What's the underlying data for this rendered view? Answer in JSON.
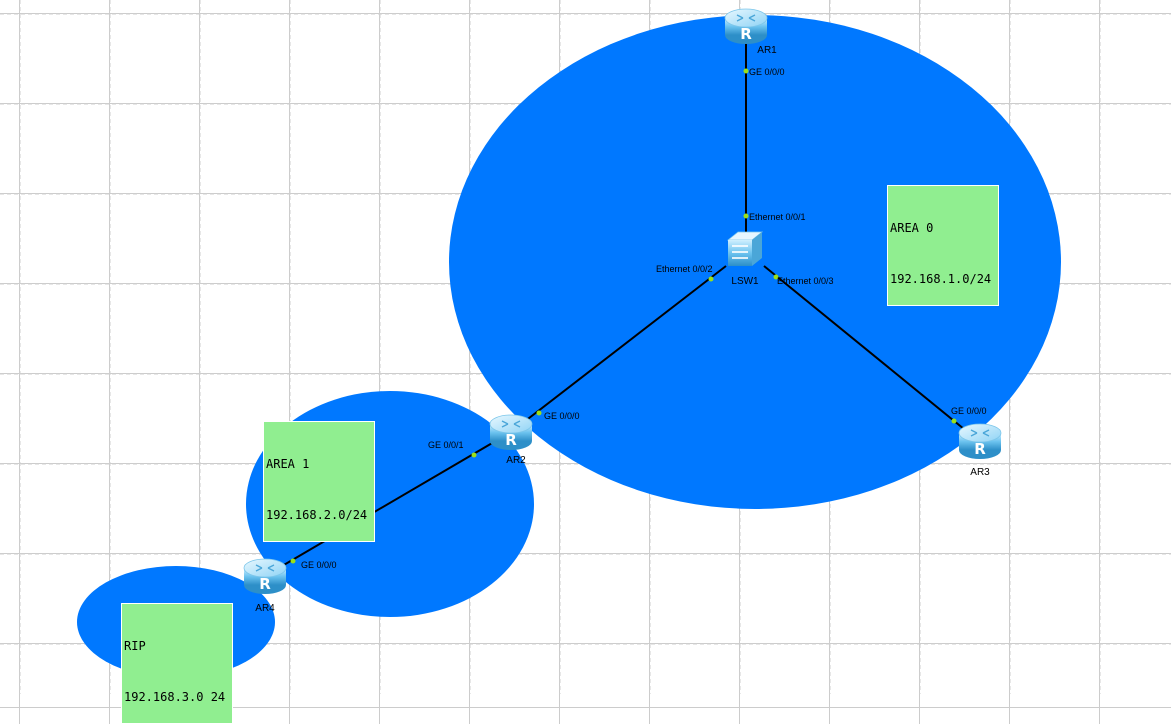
{
  "devices": {
    "ar1": {
      "name": "AR1",
      "icon": "router-icon"
    },
    "ar2": {
      "name": "AR2",
      "icon": "router-icon"
    },
    "ar3": {
      "name": "AR3",
      "icon": "router-icon"
    },
    "ar4": {
      "name": "AR4",
      "icon": "router-icon"
    },
    "lsw1": {
      "name": "LSW1",
      "icon": "switch-icon"
    }
  },
  "ports": {
    "ar1_ge000": "GE 0/0/0",
    "lsw1_eth001": "Ethernet 0/0/1",
    "lsw1_eth002": "Ethernet 0/0/2",
    "lsw1_eth003": "Ethernet 0/0/3",
    "ar2_ge000": "GE 0/0/0",
    "ar2_ge001": "GE 0/0/1",
    "ar3_ge000": "GE 0/0/0",
    "ar4_ge000": "GE 0/0/0"
  },
  "areas": {
    "area0": {
      "line1": "AREA 0",
      "line2": "192.168.1.0/24"
    },
    "area1": {
      "line1": "AREA 1",
      "line2": "192.168.2.0/24"
    },
    "rip": {
      "line1": "RIP",
      "line2": "192.168.3.0 24"
    }
  },
  "colors": {
    "area_fill": "#0078ff",
    "label_bg": "#90ee90",
    "port_dot": "#9ae01a",
    "link": "#000000"
  }
}
